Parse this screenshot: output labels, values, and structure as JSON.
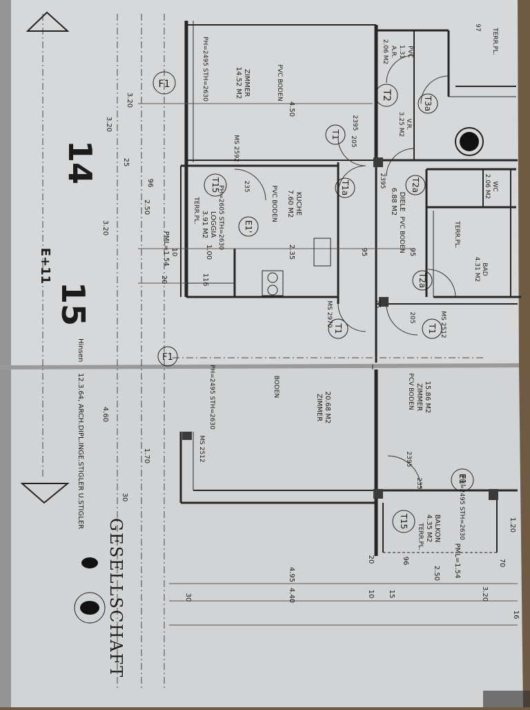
{
  "sheet": {
    "paper_color": "#d9dadb",
    "ink_color": "#1c1c1c",
    "background_color": "#6f5a43"
  },
  "grid": {
    "top": {
      "lines": [
        "F1",
        "E+11",
        "14",
        "15",
        "E1'"
      ]
    },
    "labels": {
      "axis_f1": "F1",
      "axis_f1_lower": "F1",
      "axis_e11": "E+11",
      "axis_14": "14",
      "axis_15": "15"
    }
  },
  "rooms": {
    "zimmer_top": {
      "name": "ZIMMER",
      "area": "14.52 M2",
      "floor": "PVC BODEN",
      "heights": "PH=2495 STH=2630"
    },
    "zimmer_mid": {
      "name": "ZIMMER",
      "area": "20.68 M2",
      "floor": "BODEN",
      "heights": "PH=2495 STH=2630"
    },
    "zimmer_right": {
      "name": "ZIMMER",
      "area": "15.86 M2",
      "floor": "PCV BODEN"
    },
    "kuche": {
      "name": "KUCHE",
      "area": "7.60 M2",
      "floor": "PVC BODEN"
    },
    "diele": {
      "name": "DIELE",
      "area": "6.88 M2",
      "floor": "PVC BODEN"
    },
    "loggia": {
      "name": "LOGGIA",
      "area": "3.91 M2",
      "floor": "TERR.PL.",
      "heights": "PH=2605 STH=2630"
    },
    "balkon": {
      "name": "BALKON",
      "area": "4.35 M2",
      "floor": "TERR.PL.",
      "heights": "PH=2495 STH=2630"
    },
    "ar": {
      "name": "A.R.",
      "area": "2.06 M2",
      "floor": "PVC",
      "extra": "1.31"
    },
    "vr": {
      "name": "V.R.",
      "area": "3.25 M2"
    },
    "wc": {
      "name": "WC",
      "area": "2.06 M2"
    },
    "bad": {
      "name": "BAD",
      "area": "4.31 M2",
      "floor": "TERR.PL."
    },
    "terr_top": {
      "label": "TERR.PL.",
      "val": "97"
    }
  },
  "doors": [
    "T1",
    "T1",
    "T1",
    "T1a",
    "T2",
    "T2a",
    "T2a",
    "T3a",
    "T15",
    "T15",
    "E1'",
    "E1'"
  ],
  "dims": {
    "d_320a": "3.20",
    "d_320b": "3.20",
    "d_320c": "3.20",
    "d_250a": "2.50",
    "d_250b": "2.50",
    "d_450": "4.50",
    "d_460": "4.60",
    "d_440": "4.40",
    "d_495": "4.95",
    "d_170": "1.70",
    "d_120": "1.20",
    "d_235": "2.35",
    "d_100": "1.00",
    "d_116": "116",
    "d_96a": "96",
    "d_96b": "96",
    "d_95a": "95",
    "d_95b": "95",
    "d_20a": "20",
    "d_20b": "20",
    "d_10a": "10",
    "d_10b": "10",
    "d_25a": "25",
    "d_25b": "25",
    "d_30a": "30",
    "d_30b": "30",
    "d_15": "15",
    "d_16": "16",
    "d_70": "70",
    "pml_top": "PML=1.54",
    "pml_bottom": "PML=1.54",
    "h_2395a": "2395",
    "h_2395b": "2395",
    "h_2395c": "2395",
    "h_205a": "205",
    "h_205b": "205",
    "h_235a": "235",
    "h_235b": "235",
    "ms_2970": "MS 2970",
    "ms_2512": "MS 2512",
    "ms_2512b": "MS 2512",
    "ms_2592": "MS 2592"
  },
  "legend": {
    "date_line": "12.3.64, ARCH.DIPL.INGE.STIGLER U.STIGLER",
    "company": "GESELLSCHAFT",
    "prefix": "Hinsen"
  }
}
